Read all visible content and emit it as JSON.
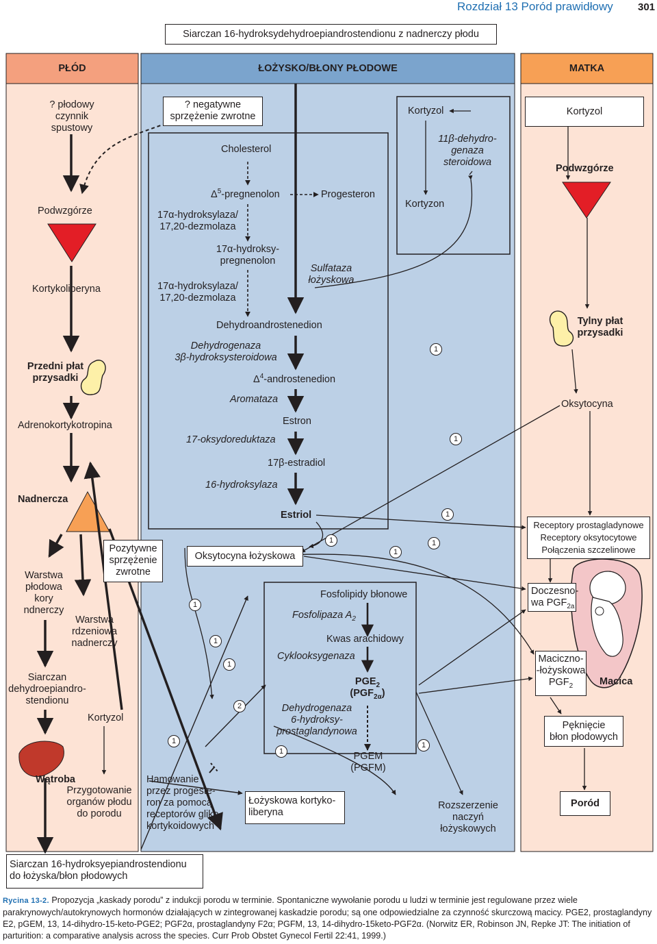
{
  "page_header": {
    "chapter": "Rozdział 13 Poród prawidłowy",
    "page": "301"
  },
  "top_box": "Siarczan 16-hydroksydehydroepiandrostendionu z nadnerczy płodu",
  "bottom_box": [
    "Siarczan 16-hydroksyepiandrostendionu",
    "do łożyska/błon płodowych"
  ],
  "columns": {
    "fetus": "PŁÓD",
    "placenta": "ŁOŻYSKO/BŁONY PŁODOWE",
    "mother": "MATKA"
  },
  "fetus": {
    "trigger": [
      "? płodowy",
      "czynnik",
      "spustowy"
    ],
    "hypothalamus": "Podwzgórze",
    "crh": "Kortykoliberyna",
    "anterior_pituitary": [
      "Przedni płat",
      "przysadki"
    ],
    "acth": "Adrenokortykotropina",
    "adrenal": "Nadnercza",
    "positive_feedback": [
      "Pozytywne",
      "sprzężenie",
      "zwrotne"
    ],
    "fetal_zone": [
      "Warstwa",
      "płodowa",
      "kory",
      "ndnerczy"
    ],
    "medulla": [
      "Warstwa",
      "rdzeniowa",
      "nadnerczy"
    ],
    "dheas": [
      "Siarczan",
      "dehydroepiandro-",
      "stendionu"
    ],
    "cortisol": "Kortyzol",
    "liver": "Wątroba",
    "organ_prep": [
      "Przygotowanie",
      "organów płodu",
      "do porodu"
    ]
  },
  "placenta": {
    "negative_feedback": [
      "? negatywne",
      "sprzężenie zwrotne"
    ],
    "cholesterol": "Cholesterol",
    "pregnenolone_delta": "Δ",
    "pregnenolone_sup": "5",
    "pregnenolone": "-pregnenolon",
    "progesterone": "Progesteron",
    "enzyme_17a_1": [
      "17α-hydroksylaza/",
      "17,20-dezmolaza"
    ],
    "hydroxypregnenolone": [
      "17α-hydroksy-",
      "pregnenolon"
    ],
    "enzyme_17a_2": [
      "17α-hydroksylaza/",
      "17,20-dezmolaza"
    ],
    "sulfatase": [
      "Sulfataza",
      "łożyskowa"
    ],
    "dhea": "Dehydroandrostenedion",
    "dehydrogenase_3b": [
      "Dehydrogenaza",
      "3β-hydroksysteroidowa"
    ],
    "androstenedione_delta": "Δ",
    "androstenedione_sup": "4",
    "androstenedione": "-androstenedion",
    "aromatase": "Aromataza",
    "estrone": "Estron",
    "oxidoreductase": "17-oksydoreduktaza",
    "estradiol": "17β-estradiol",
    "hydroxylase16": "16-hydroksylaza",
    "estriol": "Estriol",
    "cortisol_box": "Kortyzol",
    "dehydrogenase_11b": [
      "11β-dehydro-",
      "genaza",
      "steroidowa"
    ],
    "cortisone": "Kortyzon",
    "placental_oxytocin": "Oksytocyna łożyskowa",
    "phospholipids": "Fosfolipidy błonowe",
    "phospholipase": "Fosfolipaza A",
    "phospholipase_sub": "2",
    "arachidonic": "Kwas arachidowy",
    "cyclooxygenase": "Cyklooksygenaza",
    "pge2_a": "PGE",
    "pge2_a_sub": "2",
    "pge2_b": "(PGF",
    "pge2_b_sub": "2α",
    "pge2_b_end": ")",
    "dehydrogenase_pg": [
      "Dehydrogenaza",
      "6-hydroksy-",
      "prostaglandynowa"
    ],
    "pgem": [
      "PGEM",
      "(PGFM)"
    ],
    "inhibition": [
      "Hamowanie",
      "przez progeste-",
      "ron za pomocą",
      "receptorów gliko-",
      "kortykoidowych"
    ],
    "placental_crh": [
      "Łożyskowa kortyko-",
      "liberyna"
    ],
    "vasodilation": [
      "Rozszerzenie",
      "naczyń",
      "łożyskowych"
    ]
  },
  "mother": {
    "cortisol": "Kortyzol",
    "hypothalamus": "Podwzgórze",
    "posterior_pituitary": [
      "Tylny płat",
      "przysadki"
    ],
    "oxytocin": "Oksytocyna",
    "receptors": [
      "Receptory prostagladynowe",
      "Receptory oksytocytowe",
      "Połączenia szczelinowe"
    ],
    "decidual_pgf": [
      "Doczesno-",
      "wa PGF"
    ],
    "decidual_pgf_sub": "2a",
    "myometrial_pgf": [
      "Maciczno-",
      "-łożyskowa",
      "PGF"
    ],
    "myometrial_pgf_sub": "2",
    "uterus": "Macica",
    "rupture": [
      "Pęknięcie",
      "błon płodowych"
    ],
    "labor": "Poród"
  },
  "markers": {
    "one": "1",
    "two": "2"
  },
  "caption": {
    "figure": "Rycina 13-2.",
    "text": "Propozycja „kaskady porodu” z indukcji porodu w terminie. Spontaniczne wywołanie porodu u ludzi w terminie jest regulowane przez wiele parakrynowych/autokrynowych hormonów działających w zintegrowanej kaskadzie porodu; są one odpowiedzialne za czynność skurczową macicy. PGE2, prostaglandyny E2, pGEM, 13, 14-dihydro-15-keto-PGE2; PGF2α, prostaglandyny F2α; PGFM, 13, 14-dihydro-15keto-PGF2α. (Norwitz ER, Robinson JN, Repke JT: The initiation of parturition: a comparative analysis across the species. Curr Prob Obstet Gynecol Fertil 22:41, 1999.)"
  },
  "colors": {
    "fetus_bg": "#fde3d5",
    "fetus_header": "#f4a07e",
    "placenta_bg": "#bcd0e6",
    "placenta_header": "#7ba4cd",
    "mother_bg": "#fde3d5",
    "mother_header": "#f7a055",
    "triangle_red": "#e31e26",
    "triangle_orange": "#f7a055",
    "gland": "#fdf0a8",
    "liver": "#c0392b",
    "chapter_blue": "#1f6fb2",
    "uterus_pink": "#f3c6c8",
    "fetus_body": "#ffffff"
  }
}
